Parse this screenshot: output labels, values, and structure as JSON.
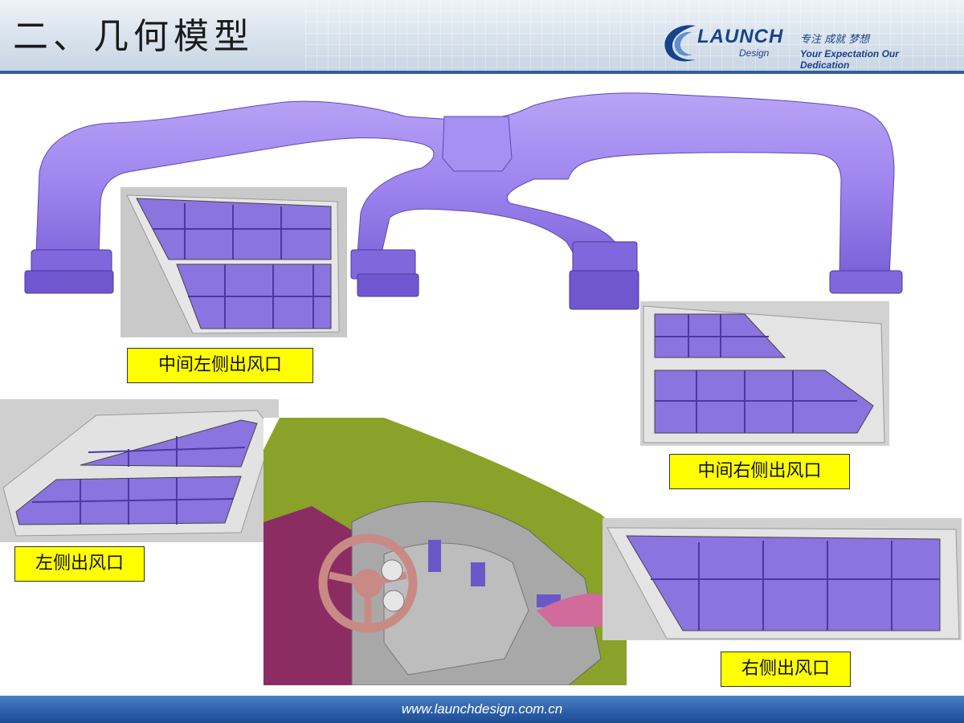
{
  "header": {
    "title": "二、几何模型",
    "logo": {
      "brand": "LAUNCH",
      "sub": "Design",
      "slogan_cn": "专注 成就 梦想",
      "slogan_en": "Your Expectation Our Dedication"
    }
  },
  "labels": {
    "center_left": "中间左侧出风口",
    "center_right": "中间右侧出风口",
    "left": "左侧出风口",
    "right": "右侧出风口"
  },
  "footer": {
    "url": "www.launchdesign.com.cn"
  },
  "colors": {
    "duct": "#9e84ee",
    "duct_shadow": "#7a61d6",
    "label_bg": "#ffff00",
    "footer": "#2b5ea8",
    "header_rule": "#2f5e9e"
  }
}
